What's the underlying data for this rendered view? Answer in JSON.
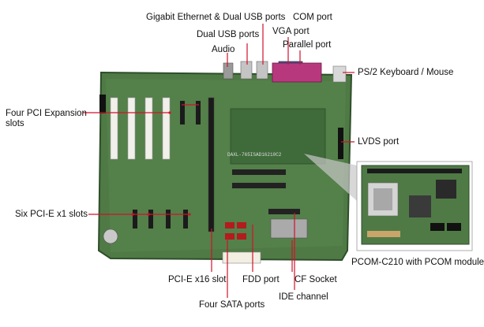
{
  "labels": {
    "gbe_dual_usb": "Gigabit Ethernet & Dual USB ports",
    "com_port": "COM port",
    "dual_usb": "Dual USB ports",
    "vga_port": "VGA port",
    "parallel_port": "Parallel port",
    "audio": "Audio",
    "ps2": "PS/2 Keyboard / Mouse",
    "pci_slots_line1": "Four PCI Expansion",
    "pci_slots_line2": "slots",
    "lvds": "LVDS port",
    "pcie_x1": "Six PCI-E x1 slots",
    "module_caption": "PCOM-C210 with PCOM module",
    "pcie_x16": "PCI-E x16 slot",
    "fdd": "FDD port",
    "cf_socket": "CF Socket",
    "ide": "IDE channel",
    "sata": "Four SATA ports"
  },
  "board_silkscreen": "DAXL-765ISAD16210C2",
  "colors": {
    "pcb": "#4f7a45",
    "pcb_dark": "#2e4e2a",
    "leader_line": "#d1122a",
    "slot_white": "#f2f0ea",
    "parallel_magenta": "#b8387e"
  }
}
